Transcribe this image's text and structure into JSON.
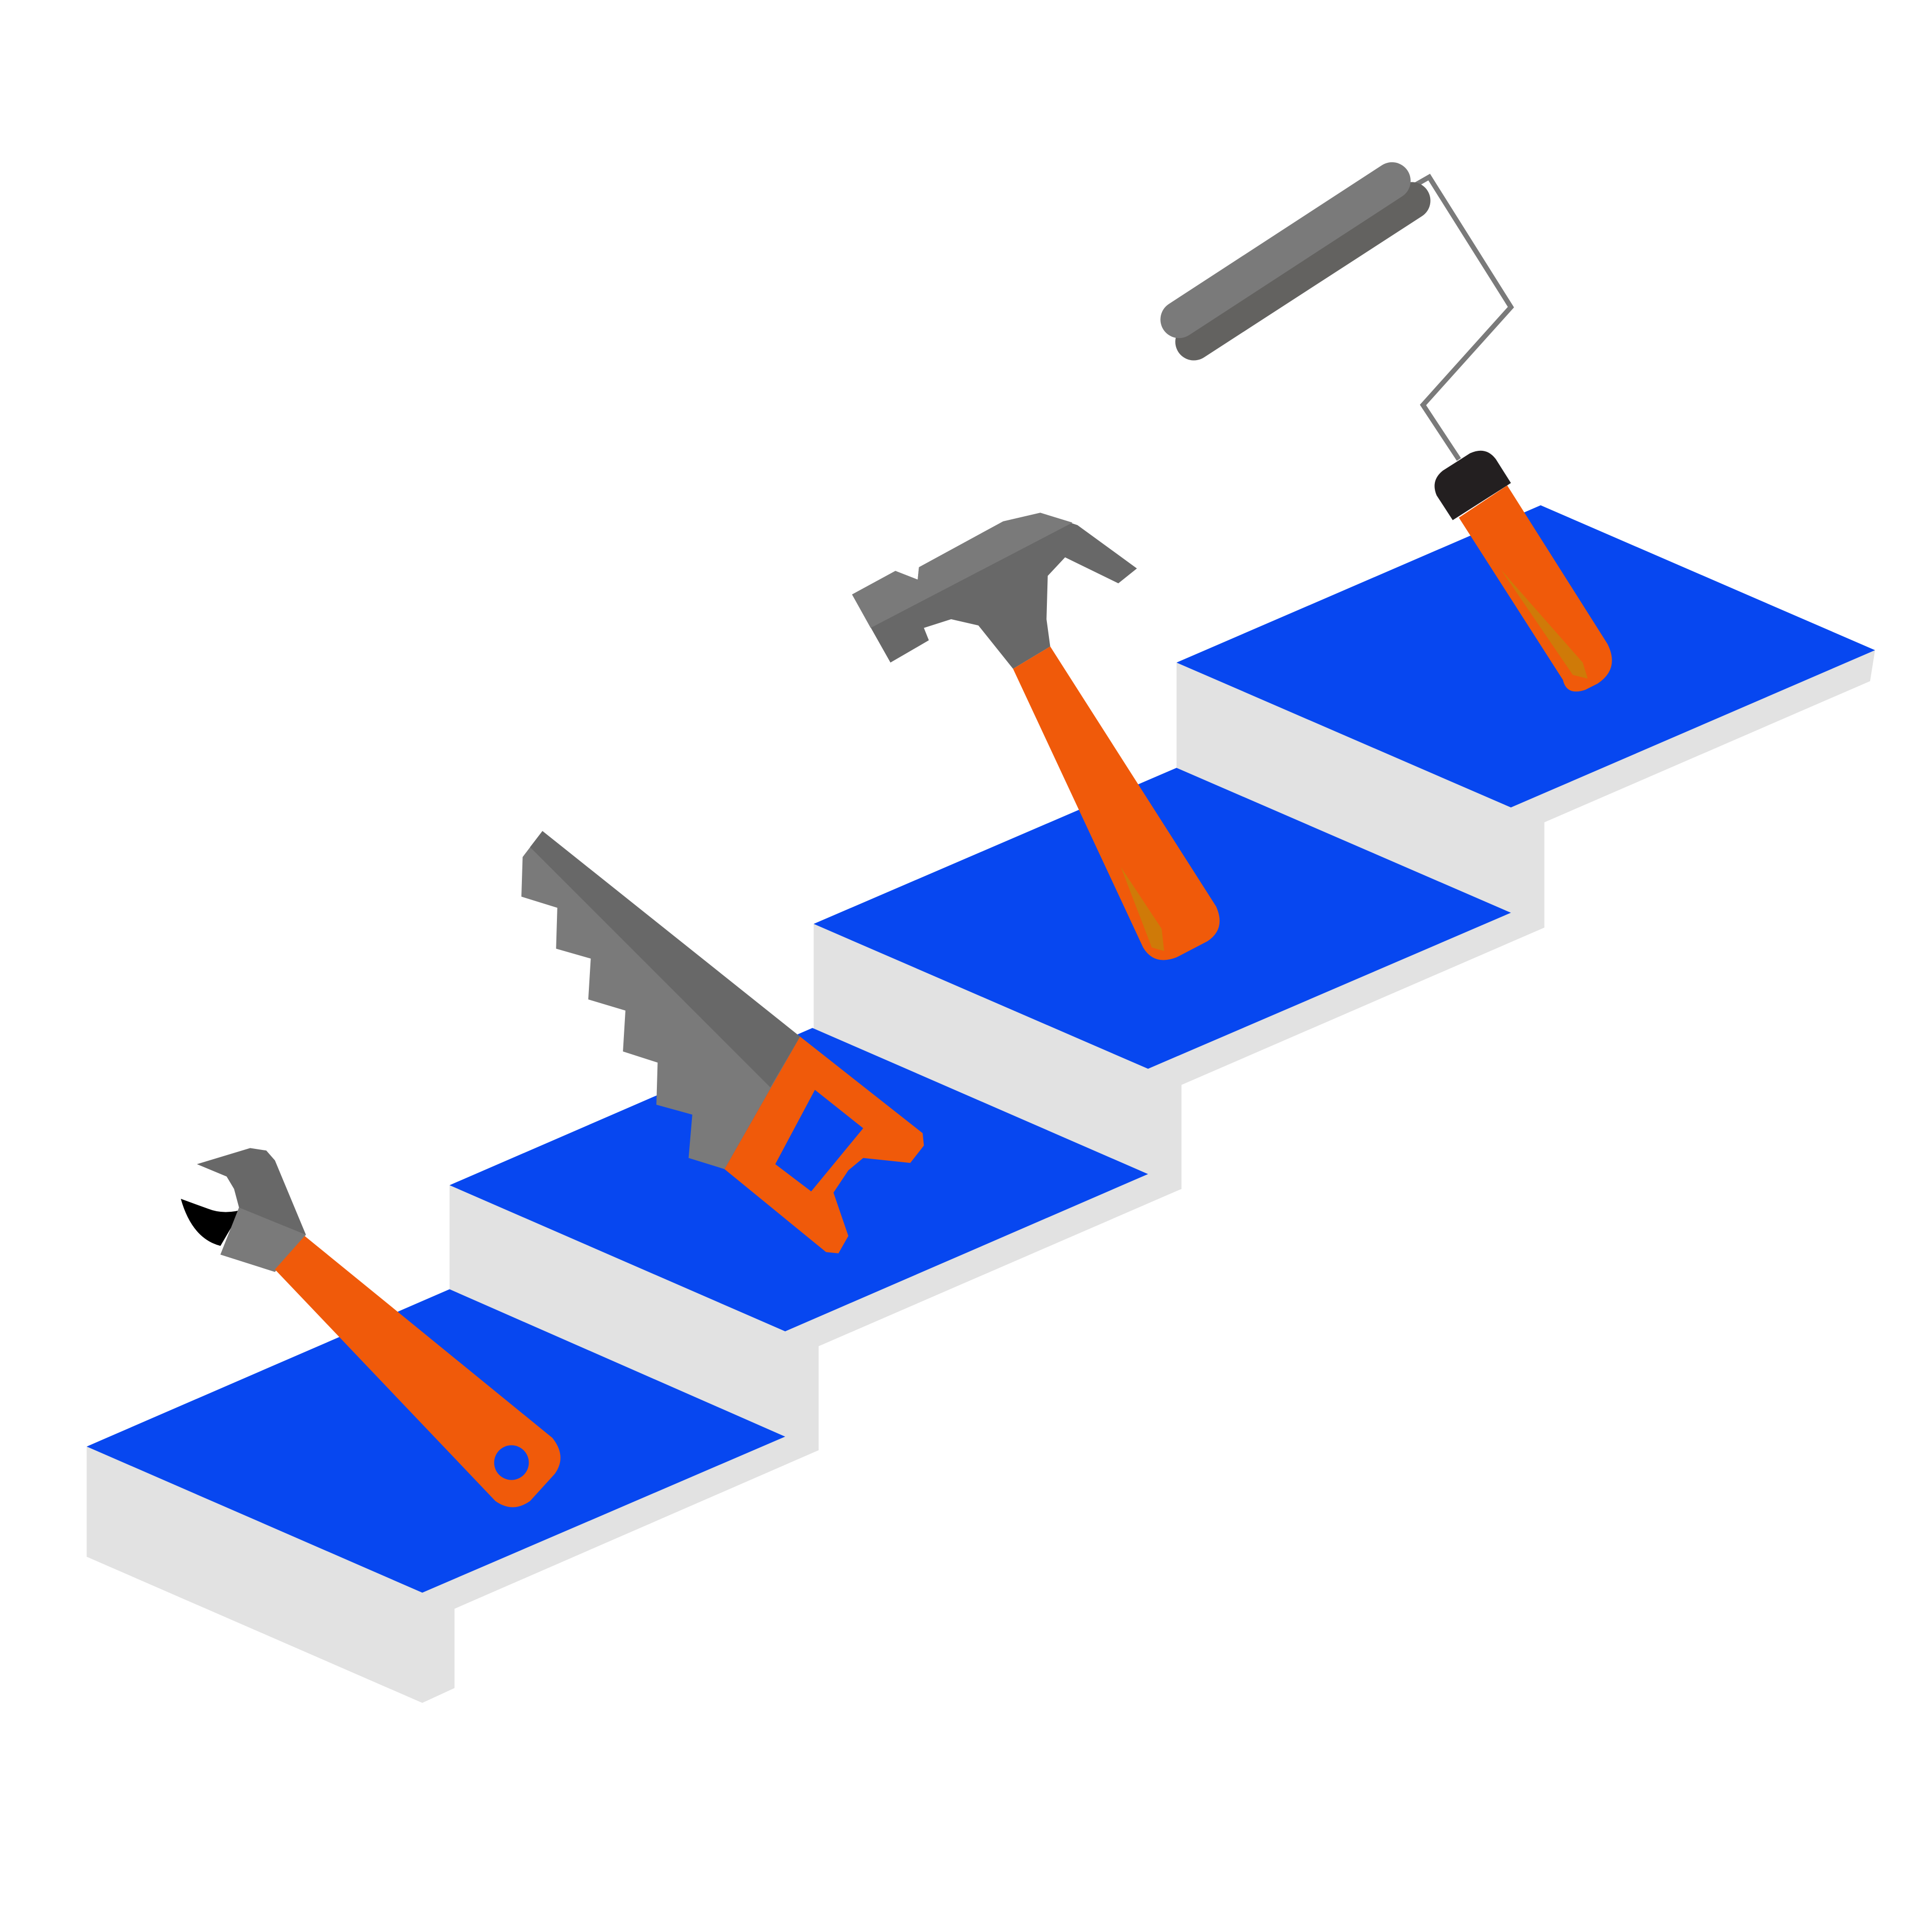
{
  "illustration": {
    "subject": "tools-on-stairs",
    "colors": {
      "background": "#ffffff",
      "step_top": "#0747f0",
      "step_side": "#e2e2e2",
      "handle": "#f05a0a",
      "handle_highlight": "#cf7a08",
      "metal_light": "#7a7a7a",
      "metal_dark": "#686868",
      "grip": "#231f20",
      "jaw": "#000000"
    },
    "tools": [
      "wrench",
      "saw",
      "hammer",
      "paint-roller"
    ]
  }
}
